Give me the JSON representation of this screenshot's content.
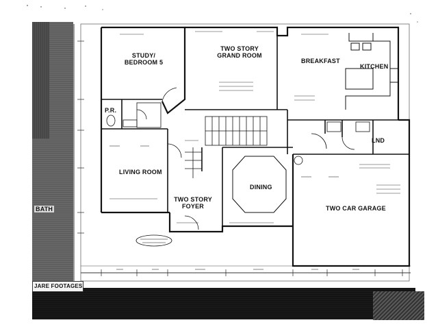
{
  "rooms": {
    "study": {
      "line1": "STUDY/",
      "line2": "BEDROOM 5"
    },
    "grand_room": {
      "line1": "TWO STORY",
      "line2": "GRAND ROOM"
    },
    "breakfast": "BREAKFAST",
    "kitchen": "KITCHEN",
    "powder_room": "P.R.",
    "living_room": "LIVING ROOM",
    "dining": "DINING",
    "foyer": {
      "line1": "TWO STORY",
      "line2": "FOYER"
    },
    "laundry": "LND",
    "garage": "TWO CAR GARAGE",
    "bath": "BATH"
  },
  "footer": {
    "square_footages": "JARE FOOTAGES"
  }
}
